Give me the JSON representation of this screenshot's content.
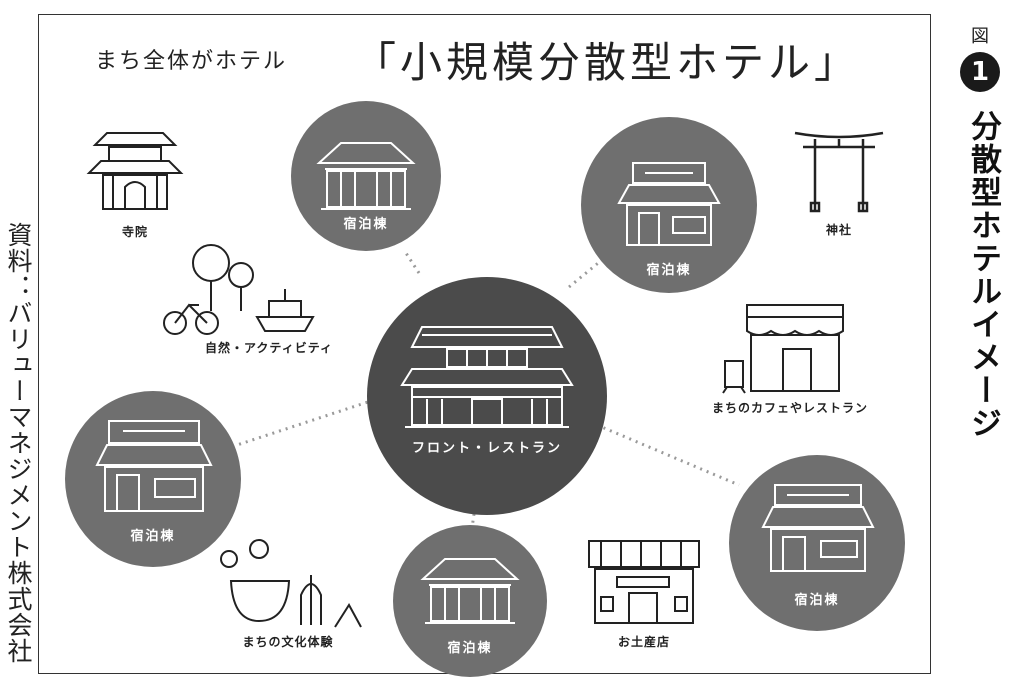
{
  "title": {
    "small": "まち全体がホテル",
    "big": "「小規模分散型ホテル」"
  },
  "center": {
    "label": "フロント・レストラン"
  },
  "lodging_label": "宿泊棟",
  "icons": {
    "temple": "寺院",
    "shrine": "神社",
    "nature": "自然・アクティビティ",
    "cafe": "まちのカフェやレストラン",
    "culture": "まちの文化体験",
    "souvenir": "お土産店"
  },
  "credit": "資料：バリューマネジメント株式会社",
  "figure": {
    "mark": "図",
    "number": "1",
    "title": "分散型ホテルイメージ"
  },
  "colors": {
    "lodging_circle": "#6f6f6f",
    "center_circle": "#4b4b4b",
    "line": "#999999"
  }
}
